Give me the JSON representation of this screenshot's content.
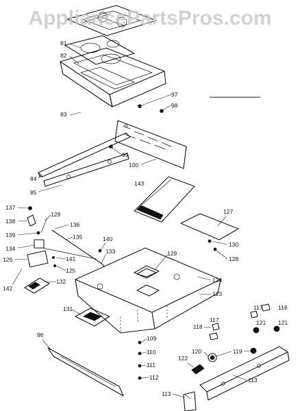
{
  "watermark": "AppliancePartsPros.com",
  "parts": [
    "81",
    "82",
    "83",
    "97",
    "98",
    "99",
    "100",
    "84",
    "85",
    "143",
    "127",
    "137",
    "129",
    "136",
    "138",
    "139",
    "135",
    "140",
    "134",
    "141",
    "133",
    "129",
    "130",
    "128",
    "126",
    "125",
    "142",
    "132",
    "124",
    "123",
    "131",
    "117",
    "116",
    "118",
    "117",
    "121",
    "121",
    "96",
    "109",
    "110",
    "111",
    "112",
    "120",
    "119",
    "122",
    "113"
  ]
}
